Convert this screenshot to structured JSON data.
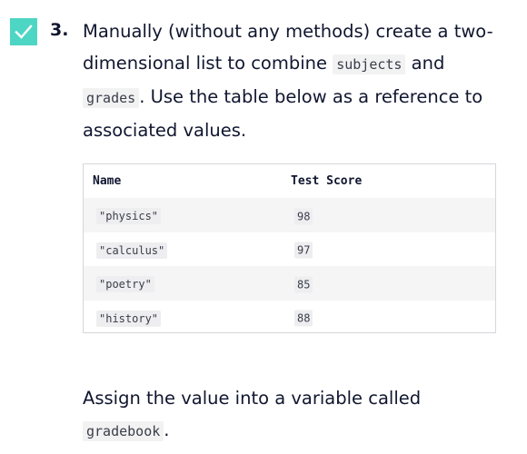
{
  "task": {
    "number": "3.",
    "checkbox_icon": "checkmark-icon",
    "checkbox_color": "#4ed6c4",
    "line1": "Manually (without any methods) create a two-",
    "line2_pre": "dimensional list to combine ",
    "code_subjects": "subjects",
    "line2_post": " and",
    "code_grades": "grades",
    "line3_post": ". Use the table below as a reference to",
    "line4": "associated values."
  },
  "table": {
    "headers": [
      "Name",
      "Test Score"
    ],
    "rows": [
      [
        "\"physics\"",
        "98"
      ],
      [
        "\"calculus\"",
        "97"
      ],
      [
        "\"poetry\"",
        "85"
      ],
      [
        "\"history\"",
        "88"
      ]
    ]
  },
  "footer": {
    "line1": "Assign the value into a variable called",
    "code_gradebook": "gradebook",
    "line2_post": "."
  }
}
